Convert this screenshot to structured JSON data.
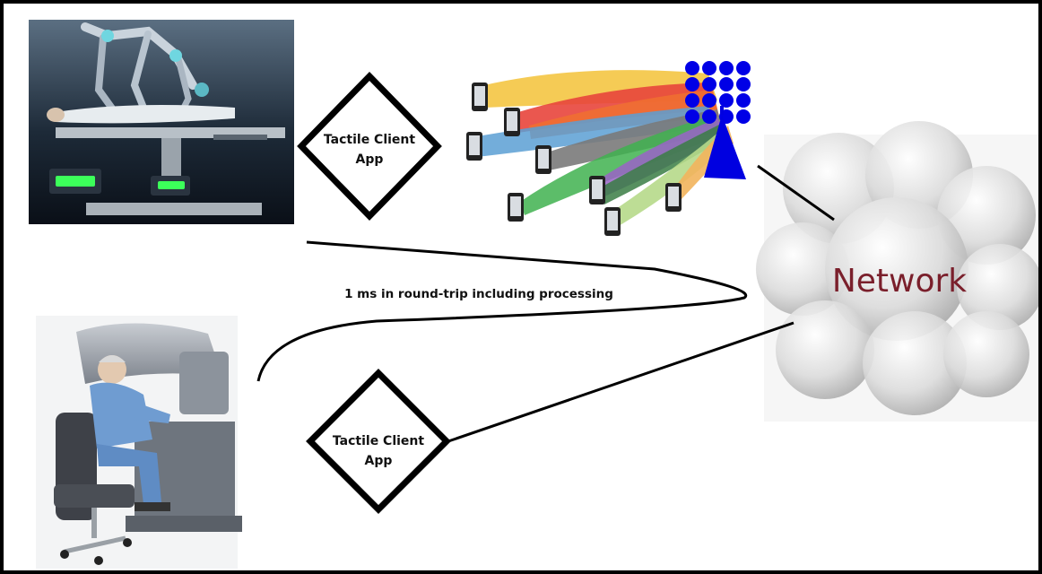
{
  "client_app_top": {
    "line1": "Tactile Client",
    "line2": "App"
  },
  "client_app_bottom": {
    "line1": "Tactile Client",
    "line2": "App"
  },
  "network_label": "Network",
  "latency_label": "1 ms in round-trip including processing",
  "colors": {
    "network_text": "#7a1f2b",
    "antenna": "#0000e0",
    "dot_grid": "#0000e6",
    "beams": [
      "#f4c542",
      "#e8453c",
      "#f07030",
      "#5a9fd4",
      "#7a7a7a",
      "#3fb24f",
      "#9a63c8",
      "#3a7d44",
      "#b6d98a",
      "#f2b45c"
    ]
  },
  "icons": [
    "surgical-robot-image",
    "surgeon-console-image",
    "smartphone-icon",
    "antenna-icon",
    "cloud-icon"
  ]
}
